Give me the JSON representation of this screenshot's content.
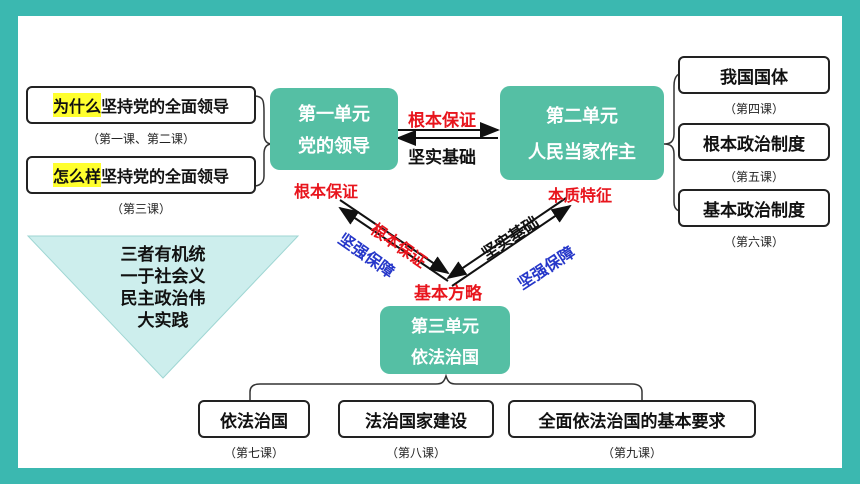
{
  "left_boxes": [
    {
      "highlight": "为什么",
      "rest": "坚持党的全面领导",
      "note": "（第一课、第二课）"
    },
    {
      "highlight": "怎么样",
      "rest": "坚持党的全面领导",
      "note": "（第三课）"
    }
  ],
  "units": {
    "unit1": {
      "line1": "第一单元",
      "line2": "党的领导"
    },
    "unit2": {
      "line1": "第二单元",
      "line2": "人民当家作主"
    },
    "unit3": {
      "line1": "第三单元",
      "line2": "依法治国"
    }
  },
  "right_boxes": [
    {
      "label": "我国国体",
      "note": "（第四课）"
    },
    {
      "label": "根本政治制度",
      "note": "（第五课）"
    },
    {
      "label": "基本政治制度",
      "note": "（第六课）"
    }
  ],
  "bottom_boxes": [
    {
      "label": "依法治国",
      "note": "（第七课）"
    },
    {
      "label": "法治国家建设",
      "note": "（第八课）"
    },
    {
      "label": "全面依法治国的基本要求",
      "note": "（第九课）"
    }
  ],
  "relations": {
    "u1_to_u2": "根本保证",
    "u2_to_u1": "坚实基础",
    "u1_top_left": "根本保证",
    "u1_to_u3_red": "根本保证",
    "u1_to_u3_blue": "坚强保障",
    "u2_to_u3_black": "坚实基础",
    "u2_top_right": "本质特征",
    "u2_to_u3_blue": "坚强保障",
    "u3_top": "基本方略"
  },
  "triangle": {
    "lines": [
      "三者有机统",
      "一于社会义",
      "民主政治伟",
      "大实践"
    ]
  },
  "colors": {
    "frame": "#3bb8b0",
    "unit_fill": "#55bfa4",
    "triangle_fill": "#cdeeed",
    "red": "#e8151d",
    "blue": "#2637c9",
    "highlight": "#ffff2e"
  }
}
